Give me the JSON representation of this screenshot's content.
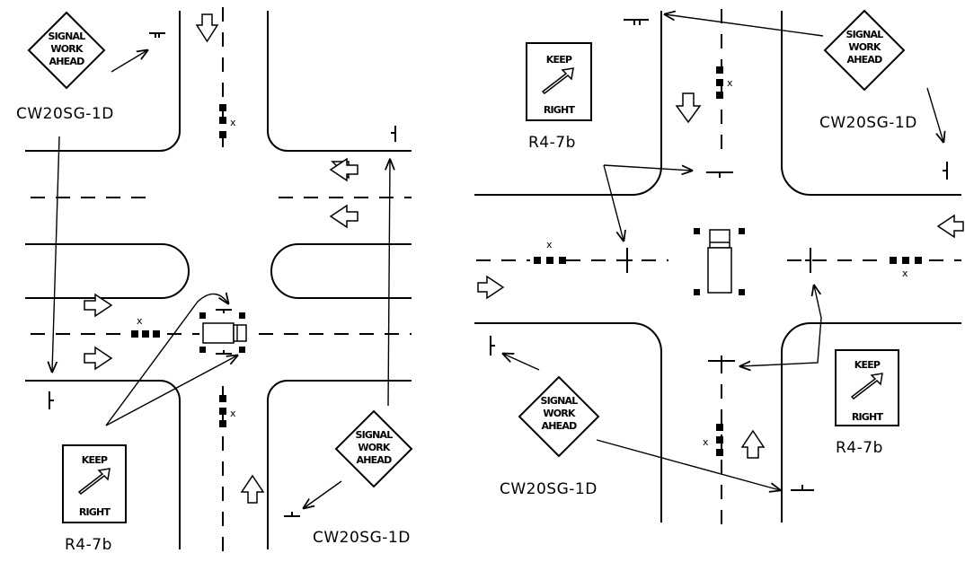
{
  "signs": {
    "diamond_line1": "SIGNAL",
    "diamond_line2": "WORK",
    "diamond_line3": "AHEAD",
    "diamond_code": "CW20SG-1D",
    "keep_right_line1": "KEEP",
    "keep_right_line2": "RIGHT",
    "keep_right_code": "R4-7b"
  },
  "device_marks": {
    "flagger_mark": "x"
  }
}
